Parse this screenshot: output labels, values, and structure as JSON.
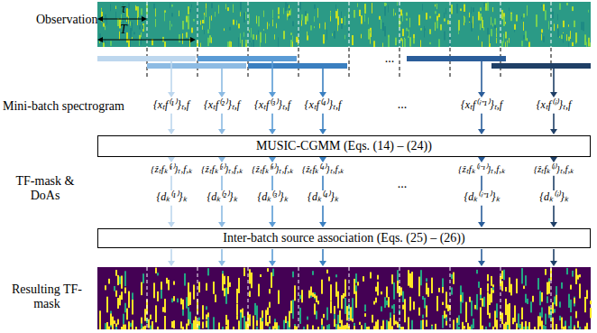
{
  "diagram": {
    "nodes": [
      {
        "text": [
          "MUSIC-CGMM (Eqs. (14) – (24))"
        ]
      },
      {
        "text": [
          "Inter-batch source association (Eqs. (25) – (26))"
        ]
      }
    ],
    "labels": [
      "Observation",
      "τ",
      "T",
      "...",
      "Mini-batch spectrogram",
      "{xₜf⁽¹⁾}ₜ,f",
      "{xₜf⁽²⁾}ₜ,f",
      "{xₜf⁽³⁾}ₜ,f",
      "{xₜf⁽⁴⁾}ₜ,f",
      "{xₜf⁽ⁱ⁻¹⁾}ₜ,f",
      "{xₜf⁽ⁱ⁾}ₜ,f",
      "...",
      "TF-mask & DoAs",
      "{ẑₜfₖ⁽¹⁾}ₜ,f,ₖ",
      "{ẑₜfₖ⁽²⁾}ₜ,f,ₖ",
      "{ẑₜfₖ⁽³⁾}ₜ,f,ₖ",
      "{ẑₜfₖ⁽⁴⁾}ₜ,f,ₖ",
      "{ẑₜfₖ⁽ⁱ⁻¹⁾}ₜ,f,ₖ",
      "{ẑₜfₖ⁽ⁱ⁾}ₜ,f,ₖ",
      "{dₖ⁽¹⁾}ₖ",
      "{dₖ⁽²⁾}ₖ",
      "{dₖ⁽³⁾}ₖ",
      "{dₖ⁽⁴⁾}ₖ",
      "{dₖ⁽ⁱ⁻¹⁾}ₖ",
      "{dₖ⁽ⁱ⁾}ₖ",
      "...",
      "Resulting TF-mask"
    ]
  }
}
